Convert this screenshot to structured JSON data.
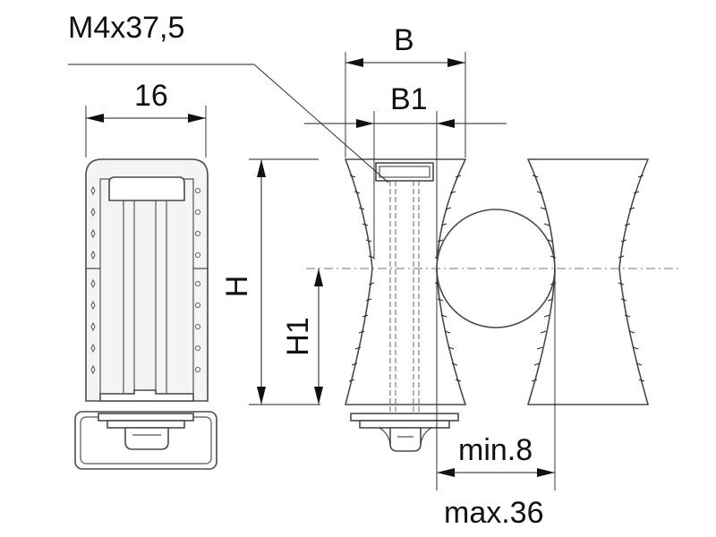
{
  "labels": {
    "bolt": "M4x37,5",
    "width_16": "16",
    "b": "B",
    "b1": "B1",
    "h": "H",
    "h1": "H1",
    "min": "min.8",
    "max": "max.36"
  },
  "colors": {
    "outline": "#4a4a4a",
    "fill": "#f4f4f4",
    "text": "#111111"
  }
}
